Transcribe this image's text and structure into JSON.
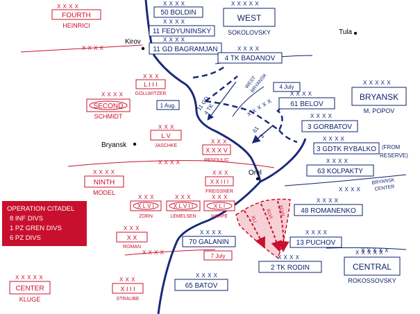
{
  "cities": [
    "Tula",
    "Kirov",
    "Bryansk",
    "Orel"
  ],
  "german": {
    "fourth": {
      "unit": "FOURTH",
      "cmdr": "HEINRICI",
      "ech": "X X X X"
    },
    "second": {
      "unit": "SECOND",
      "cmdr": "SCHMIDT",
      "ech": "X X X X"
    },
    "ninth": {
      "unit": "NINTH",
      "cmdr": "MODEL",
      "ech": "X X X X"
    },
    "center": {
      "unit": "CENTER",
      "cmdr": "KLUGE",
      "ech": "X X X X X"
    },
    "liii": {
      "unit": "L I I I",
      "cmdr": "GOLLWITZER",
      "ech": "X X X"
    },
    "lv": {
      "unit": "L V",
      "cmdr": "JASCHKE",
      "ech": "X X X"
    },
    "xxxv": {
      "unit": "X X X V",
      "cmdr": "RENDULIC",
      "ech": "X X X"
    },
    "xxiii": {
      "unit": "X X I I I",
      "cmdr": "FREISSNER",
      "ech": "X X X"
    },
    "xlvi": {
      "unit": "X L V I",
      "cmdr": "ZORN",
      "ech": "X X X"
    },
    "xlvii": {
      "unit": "X L V I I",
      "cmdr": "LEMELSEN",
      "ech": "X X X"
    },
    "xli": {
      "unit": "X L I",
      "cmdr": "HARPE",
      "ech": "X X X"
    },
    "xx": {
      "unit": "X X",
      "cmdr": "ROMAN",
      "ech": "X X X"
    },
    "xiii": {
      "unit": "X I I I",
      "cmdr": "STRAUBE",
      "ech": "X X X"
    }
  },
  "soviet": {
    "boldin": {
      "unit": "50 BOLDIN",
      "ech": "X X X X"
    },
    "fedyuninsky": {
      "unit": "11 FEDYUNINSKY",
      "ech": "X X X X"
    },
    "bagramjan": {
      "unit": "11 GD BAGRAMJAN",
      "ech": "X X X X"
    },
    "badanov": {
      "unit": "4 TK BADANOV",
      "ech": "X X X X"
    },
    "west": {
      "unit": "WEST",
      "cmdr": "SOKOLOVSKY",
      "ech": "X X X X X"
    },
    "bryansk": {
      "unit": "BRYANSK",
      "cmdr": "M. POPOV",
      "ech": "X X X X X"
    },
    "belov": {
      "unit": "61 BELOV",
      "ech": "X X X X"
    },
    "gorbatov": {
      "unit": "3 GORBATOV",
      "ech": "X X X X"
    },
    "rybalko": {
      "unit": "3 GDTK RYBALKO",
      "ech": "X X X X",
      "note1": "(FROM",
      "note2": "RESERVE)"
    },
    "kolpakty": {
      "unit": "63 KOLPAKTY",
      "ech": "X X X X"
    },
    "romanenko": {
      "unit": "48 ROMANENKO",
      "ech": "X X X X"
    },
    "puchov": {
      "unit": "13 PUCHOV",
      "ech": "X X X X"
    },
    "rodin": {
      "unit": "2 TK RODIN",
      "ech": "X X X X"
    },
    "galanin": {
      "unit": "70 GALANIN",
      "ech": "X X X X"
    },
    "batov": {
      "unit": "65 BATOV",
      "ech": "X X X X"
    },
    "central": {
      "unit": "CENTRAL",
      "cmdr": "ROKOSSOVSKY",
      "ech": "X X X X X"
    }
  },
  "dates": {
    "july4": "4 July",
    "aug1": "1 Aug.",
    "july7": "7 July"
  },
  "boundaries": {
    "west_bryansk_1": "WEST",
    "west_bryansk_2": "BRYANSK",
    "bryansk_center_1": "BRYANSK",
    "bryansk_center_2": "CENTER",
    "ech4": "X X X X",
    "ech5": "X X X X X"
  },
  "arrows": {
    "a1a": "11 GD",
    "a1b": "4 TK",
    "a2a": "61",
    "a2b": "3",
    "a3a": "XLI",
    "a3b": "XLVI",
    "a3c": "XLVII"
  },
  "citadel": {
    "title": "OPERATION CITADEL",
    "l1": "8  INF DIVS",
    "l2": "1  PZ GREN DIVS",
    "l3": "6  PZ DIVS"
  }
}
